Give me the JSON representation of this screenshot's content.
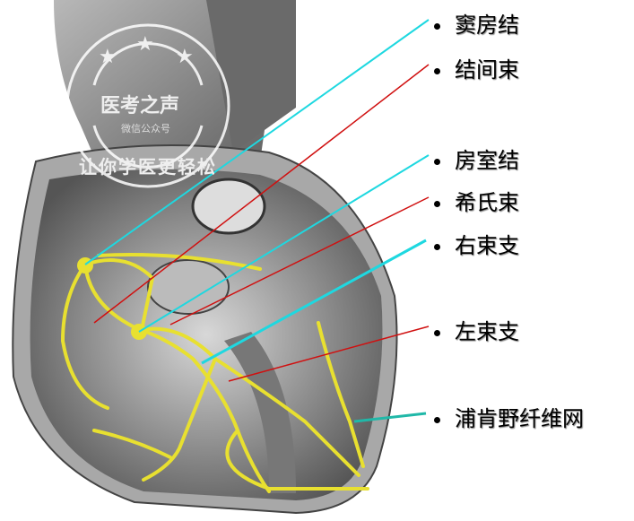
{
  "labels": [
    {
      "text": "窦房结",
      "line_color": "#1ed8e0"
    },
    {
      "text": "结间束",
      "line_color": "#d01010"
    },
    {
      "text": "房室结",
      "line_color": "#1ed8e0"
    },
    {
      "text": "希氏束",
      "line_color": "#d01010"
    },
    {
      "text": "右束支",
      "line_color": "#1ed8e0"
    },
    {
      "text": "左束支",
      "line_color": "#d01010"
    },
    {
      "text": "浦肯野纤维网",
      "line_color": "#20b8a8"
    }
  ],
  "watermark": {
    "title": "医考之声",
    "subtitle": "微信公众号",
    "slogan": "让你学医更轻松"
  },
  "colors": {
    "conduction": "#e8e030",
    "tissue": "#8a8a8a"
  }
}
